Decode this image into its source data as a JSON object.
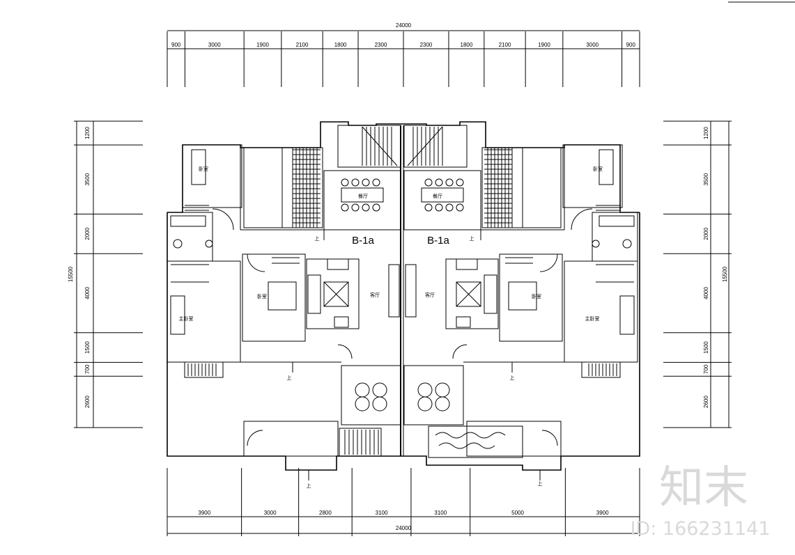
{
  "drawing": {
    "top_dimensions": {
      "overall": "24000",
      "segments": [
        "900",
        "3000",
        "1900",
        "2100",
        "1800",
        "2300",
        "2300",
        "1800",
        "2100",
        "1900",
        "3000",
        "900"
      ]
    },
    "bottom_dimensions": {
      "overall": "24000",
      "segments": [
        "3900",
        "3000",
        "2800",
        "3100",
        "3100",
        "5000",
        "3900"
      ]
    },
    "left_dimensions": {
      "overall": "15500",
      "segments": [
        "1200",
        "3500",
        "2000",
        "4000",
        "1500",
        "700",
        "2600"
      ]
    },
    "right_dimensions": {
      "overall": "15500",
      "segments": [
        "1200",
        "3500",
        "2000",
        "4000",
        "1500",
        "700",
        "2600"
      ]
    },
    "unit_code_left": "B-1a",
    "unit_code_right": "B-1a",
    "room_labels": {
      "dining": "餐厅",
      "living": "客厅",
      "bedroom": "卧室",
      "master_bedroom": "主卧室",
      "up": "上"
    }
  },
  "watermark": {
    "logo_text": "知末",
    "id_text": "ID: 166231141"
  }
}
